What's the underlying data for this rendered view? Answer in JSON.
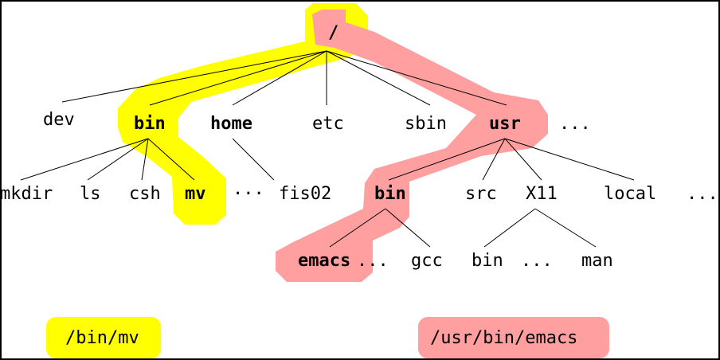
{
  "colors": {
    "background": "#ffffff",
    "path_bin_mv": "#ffff00",
    "path_usr_bin_emacs": "#ff9f9f",
    "text": "#000000",
    "edge": "#000000"
  },
  "nodes": {
    "root": "/",
    "dev": "dev",
    "bin": "bin",
    "home": "home",
    "etc": "etc",
    "sbin": "sbin",
    "usr": "usr",
    "root_more": "...",
    "mkdir": "mkdir",
    "ls": "ls",
    "csh": "csh",
    "mv": "mv",
    "bin_more": "···",
    "fis02": "fis02",
    "usr_bin": "bin",
    "src": "src",
    "x11": "X11",
    "local": "local",
    "usr_more": "...",
    "emacs": "emacs",
    "usr_bin_more": "...",
    "gcc": "gcc",
    "x11_bin": "bin",
    "x11_more": "...",
    "man": "man"
  },
  "paths": {
    "bin_mv": "/bin/mv",
    "usr_bin_emacs": "/usr/bin/emacs"
  }
}
